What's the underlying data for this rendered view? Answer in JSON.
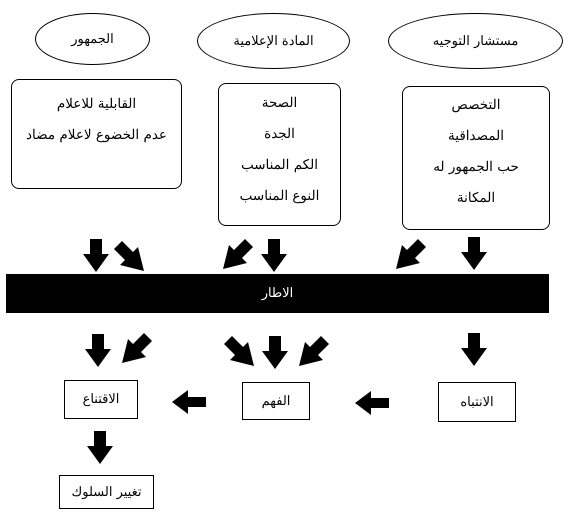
{
  "sources": {
    "audience": {
      "title": "الجمهور",
      "items": [
        "القابلية للاعلام",
        "عدم الخضوع لاعلام مضاد"
      ]
    },
    "media": {
      "title": "المادة الإعلامية",
      "items": [
        "الصحة",
        "الجدة",
        "الكم المناسب",
        "النوع المناسب"
      ]
    },
    "advisor": {
      "title": "مستشار التوجيه",
      "items": [
        "التخصص",
        "المصداقية",
        "حب الجمهور له",
        "المكانة"
      ]
    }
  },
  "frame": {
    "label": "الاطار"
  },
  "stages": {
    "attention": "الانتباه",
    "understanding": "الفهم",
    "persuasion": "الاقتناع",
    "behavior": "تغيير السلوك"
  }
}
